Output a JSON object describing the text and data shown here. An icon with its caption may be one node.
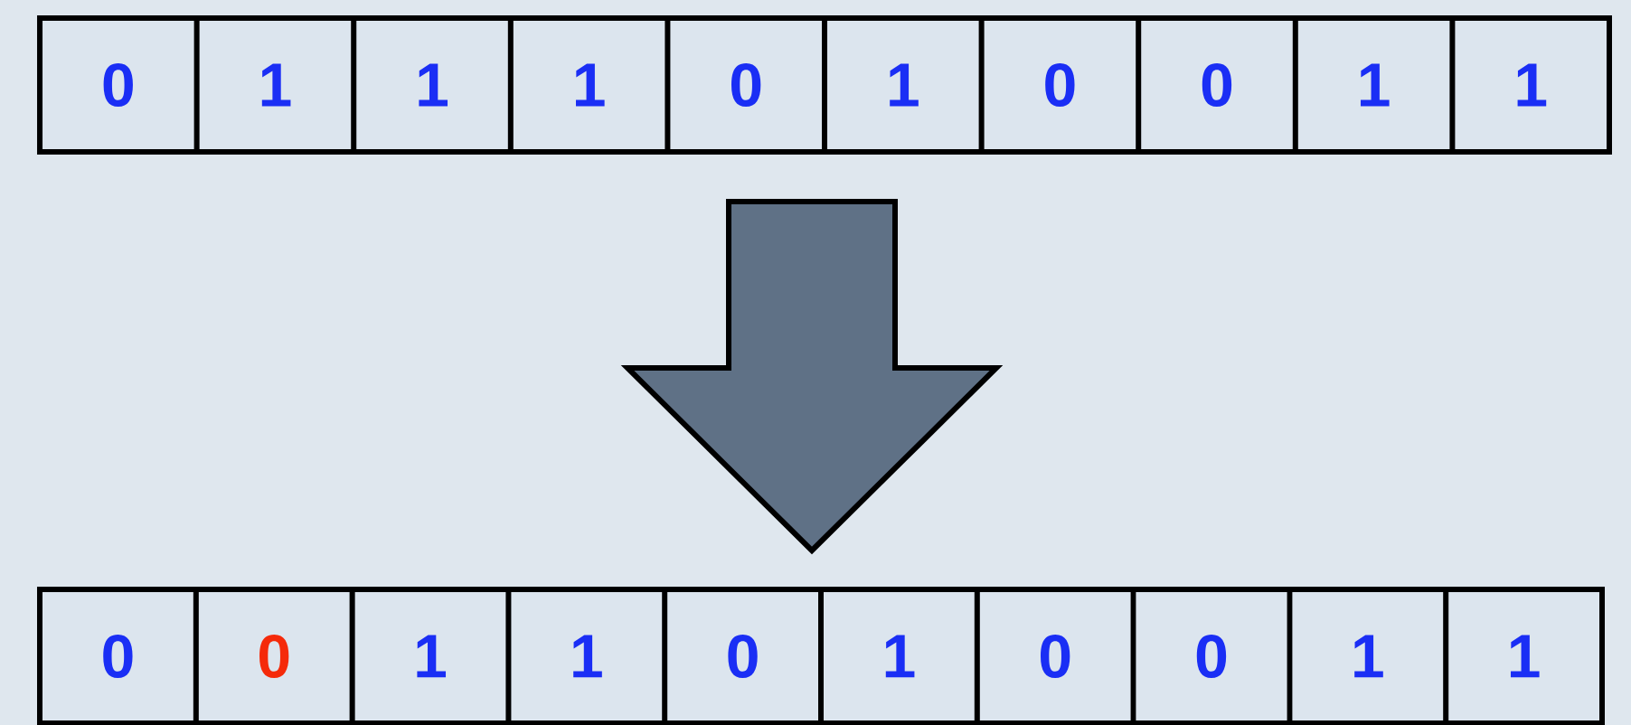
{
  "diagram": {
    "nodes": [
      {
        "text": [],
        "shape": "box"
      },
      {
        "text": [
          "0"
        ],
        "in": 0
      },
      {
        "text": [
          "1"
        ],
        "in": 0
      },
      {
        "text": [
          "1"
        ],
        "in": 0
      },
      {
        "text": [
          "1"
        ],
        "in": 0
      },
      {
        "text": [
          "0"
        ],
        "in": 0
      },
      {
        "text": [
          "1"
        ],
        "in": 0
      },
      {
        "text": [
          "0"
        ],
        "in": 0
      },
      {
        "text": [
          "0"
        ],
        "in": 0
      },
      {
        "text": [
          "1"
        ],
        "in": 0
      },
      {
        "text": [
          "1"
        ],
        "in": 0
      },
      {
        "text": [],
        "shape": "box"
      },
      {
        "text": [
          "0"
        ],
        "in": 11
      },
      {
        "text": [
          "0"
        ],
        "in": 11
      },
      {
        "text": [
          "1"
        ],
        "in": 11
      },
      {
        "text": [
          "1"
        ],
        "in": 11
      },
      {
        "text": [
          "0"
        ],
        "in": 11
      },
      {
        "text": [
          "1"
        ],
        "in": 11
      },
      {
        "text": [
          "0"
        ],
        "in": 11
      },
      {
        "text": [
          "0"
        ],
        "in": 11
      },
      {
        "text": [
          "1"
        ],
        "in": 11
      },
      {
        "text": [
          "1"
        ],
        "in": 11
      }
    ],
    "edges": [
      {
        "from": 0,
        "to": 11,
        "arrow": "to"
      }
    ]
  }
}
